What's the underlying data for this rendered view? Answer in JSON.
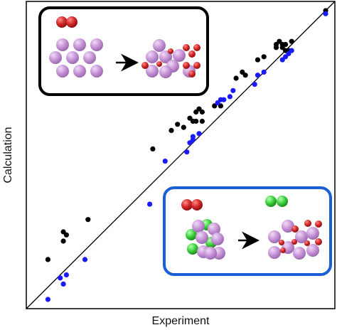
{
  "chart_data": {
    "type": "scatter",
    "title": "",
    "xlabel": "Experiment",
    "ylabel": "Calculation",
    "xlim": [
      0,
      100
    ],
    "ylim": [
      0,
      100
    ],
    "grid": false,
    "reference_line": "y = x",
    "series": [
      {
        "color": "#000000",
        "points": [
          [
            7,
            16
          ],
          [
            12,
            22
          ],
          [
            12,
            25
          ],
          [
            13,
            24
          ],
          [
            20,
            29
          ],
          [
            41,
            52
          ],
          [
            47,
            58
          ],
          [
            49,
            60
          ],
          [
            51,
            59
          ],
          [
            53,
            62
          ],
          [
            54,
            61
          ],
          [
            55,
            64
          ],
          [
            56,
            65
          ],
          [
            57,
            64
          ],
          [
            55,
            61
          ],
          [
            57,
            61
          ],
          [
            61,
            66
          ],
          [
            63,
            66
          ],
          [
            68,
            75
          ],
          [
            70,
            77
          ],
          [
            71,
            76
          ],
          [
            75,
            81
          ],
          [
            77,
            82
          ],
          [
            81,
            85
          ],
          [
            81,
            86
          ],
          [
            82,
            87
          ],
          [
            83,
            86
          ],
          [
            83,
            85
          ],
          [
            84,
            86
          ],
          [
            84,
            84
          ],
          [
            85,
            84
          ],
          [
            86,
            87
          ],
          [
            97,
            97
          ]
        ]
      },
      {
        "color": "#1a1aff",
        "points": [
          [
            7,
            3
          ],
          [
            11,
            10
          ],
          [
            12,
            8
          ],
          [
            13,
            11
          ],
          [
            19,
            16
          ],
          [
            40,
            34
          ],
          [
            45,
            48
          ],
          [
            52,
            51
          ],
          [
            53,
            54
          ],
          [
            54,
            55
          ],
          [
            54,
            56
          ],
          [
            56,
            57
          ],
          [
            62,
            67
          ],
          [
            63,
            68
          ],
          [
            64,
            68
          ],
          [
            66,
            69
          ],
          [
            67,
            71
          ],
          [
            74,
            73
          ],
          [
            75,
            76
          ],
          [
            77,
            77
          ],
          [
            83,
            81
          ],
          [
            84,
            82
          ],
          [
            85,
            83
          ],
          [
            86,
            84
          ],
          [
            97,
            96
          ]
        ]
      }
    ]
  },
  "insets": [
    {
      "kind": "oxidation",
      "border_color": "#000000",
      "atom_color": "#cc99dd",
      "oxygen_color": "#d42a2a"
    },
    {
      "kind": "exchange",
      "border_color": "#1a5fd6",
      "atom_color": "#cc99dd",
      "oxygen_color": "#d42a2a",
      "dopant_color": "#2ecc40"
    }
  ]
}
